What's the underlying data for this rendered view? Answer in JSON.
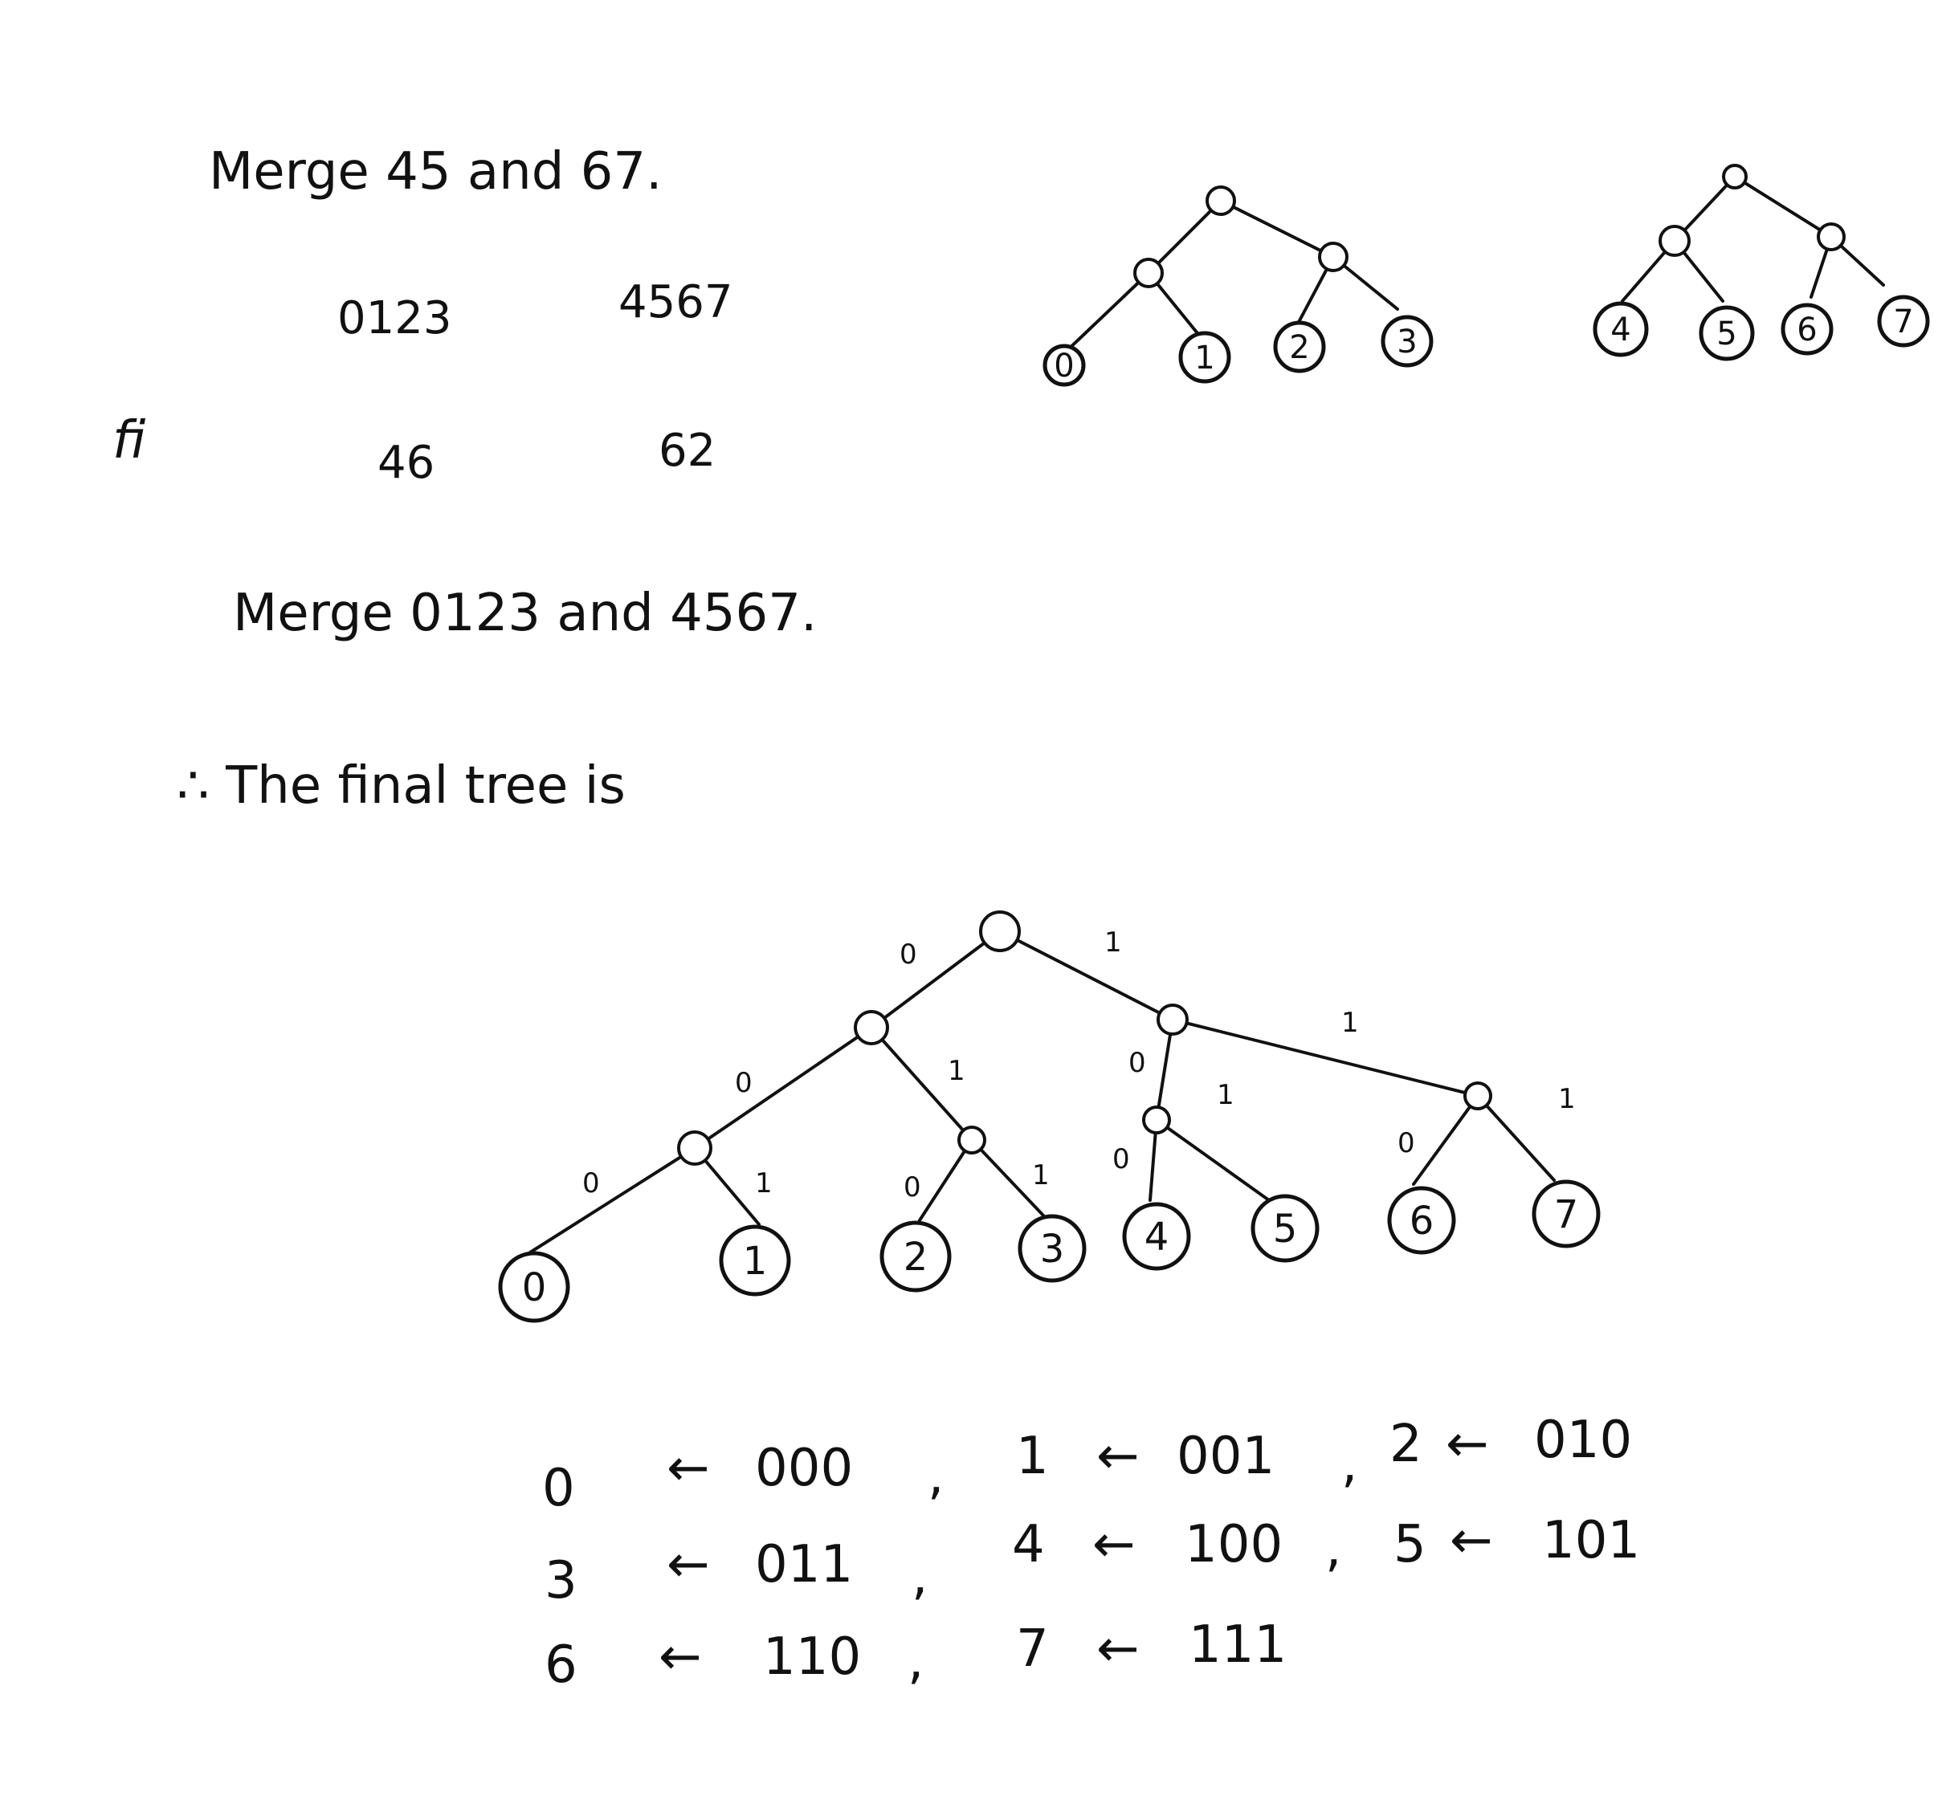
{
  "heading1": "Merge 45 and 67.",
  "groups": {
    "g1": "0123",
    "g2": "4567"
  },
  "freq": {
    "label": "fi",
    "v1": "46",
    "v2": "62"
  },
  "heading2": "Merge 0123 and 4567.",
  "conclusion": "∴ The final tree is",
  "small_tree_a_leaves": [
    "0",
    "1",
    "2",
    "3"
  ],
  "small_tree_b_leaves": [
    "4",
    "5",
    "6",
    "7"
  ],
  "final_tree": {
    "leaves": [
      "0",
      "1",
      "2",
      "3",
      "4",
      "5",
      "6",
      "7"
    ],
    "edge_labels": {
      "root_left": "0",
      "root_right": "1",
      "a_left": "0",
      "a_right": "1",
      "b_left": "0",
      "b_right": "1",
      "c_left": "0",
      "c_right": "1",
      "d_left": "0",
      "d_right": "1",
      "e_left": "0",
      "e_right": "1",
      "f_left": "0",
      "f_right": "1"
    }
  },
  "codes": [
    {
      "symbol": "0",
      "code": "000"
    },
    {
      "symbol": "1",
      "code": "001"
    },
    {
      "symbol": "2",
      "code": "010"
    },
    {
      "symbol": "3",
      "code": "011"
    },
    {
      "symbol": "4",
      "code": "100"
    },
    {
      "symbol": "5",
      "code": "101"
    },
    {
      "symbol": "6",
      "code": "110"
    },
    {
      "symbol": "7",
      "code": "111"
    }
  ],
  "arrow": "←"
}
